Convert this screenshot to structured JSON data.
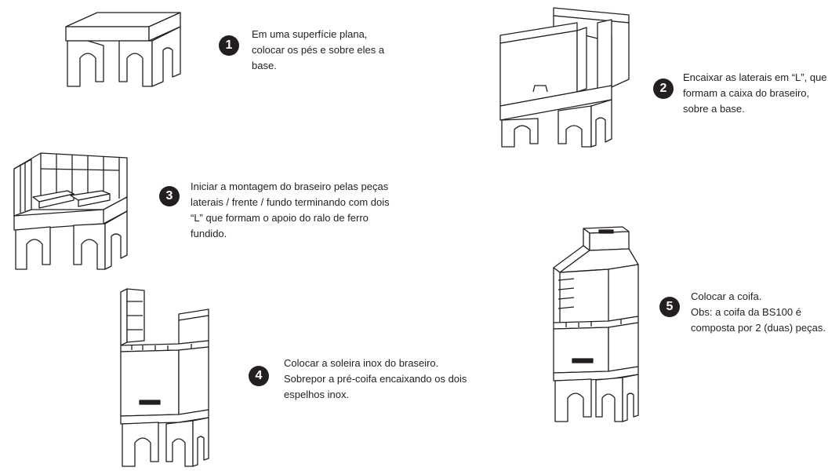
{
  "colors": {
    "ink": "#231f20",
    "background": "#ffffff"
  },
  "steps": [
    {
      "number": "1",
      "illustration": "base-with-feet",
      "lines": [
        "Em uma superfície plana,",
        "colocar os pés e sobre eles a",
        "base."
      ]
    },
    {
      "number": "2",
      "illustration": "l-shaped-side-walls",
      "lines": [
        "Encaixar as laterais em “L”, que",
        "formam a caixa do braseiro,",
        "sobre a base."
      ]
    },
    {
      "number": "3",
      "illustration": "firebox-assembly",
      "lines": [
        "Iniciar a montagem do braseiro pelas peças",
        "laterais / frente / fundo terminando com dois",
        "“L” que formam o apoio do ralo de ferro",
        "fundido."
      ]
    },
    {
      "number": "4",
      "illustration": "stainless-sill-and-pre-hood",
      "lines": [
        "Colocar a soleira inox do braseiro.",
        "Sobrepor a pré-coifa encaixando os dois",
        "espelhos inox."
      ]
    },
    {
      "number": "5",
      "illustration": "hood-installed",
      "lines": [
        "Colocar a coifa.",
        "Obs: a coifa da BS100 é",
        "composta por 2 (duas) peças."
      ]
    }
  ]
}
